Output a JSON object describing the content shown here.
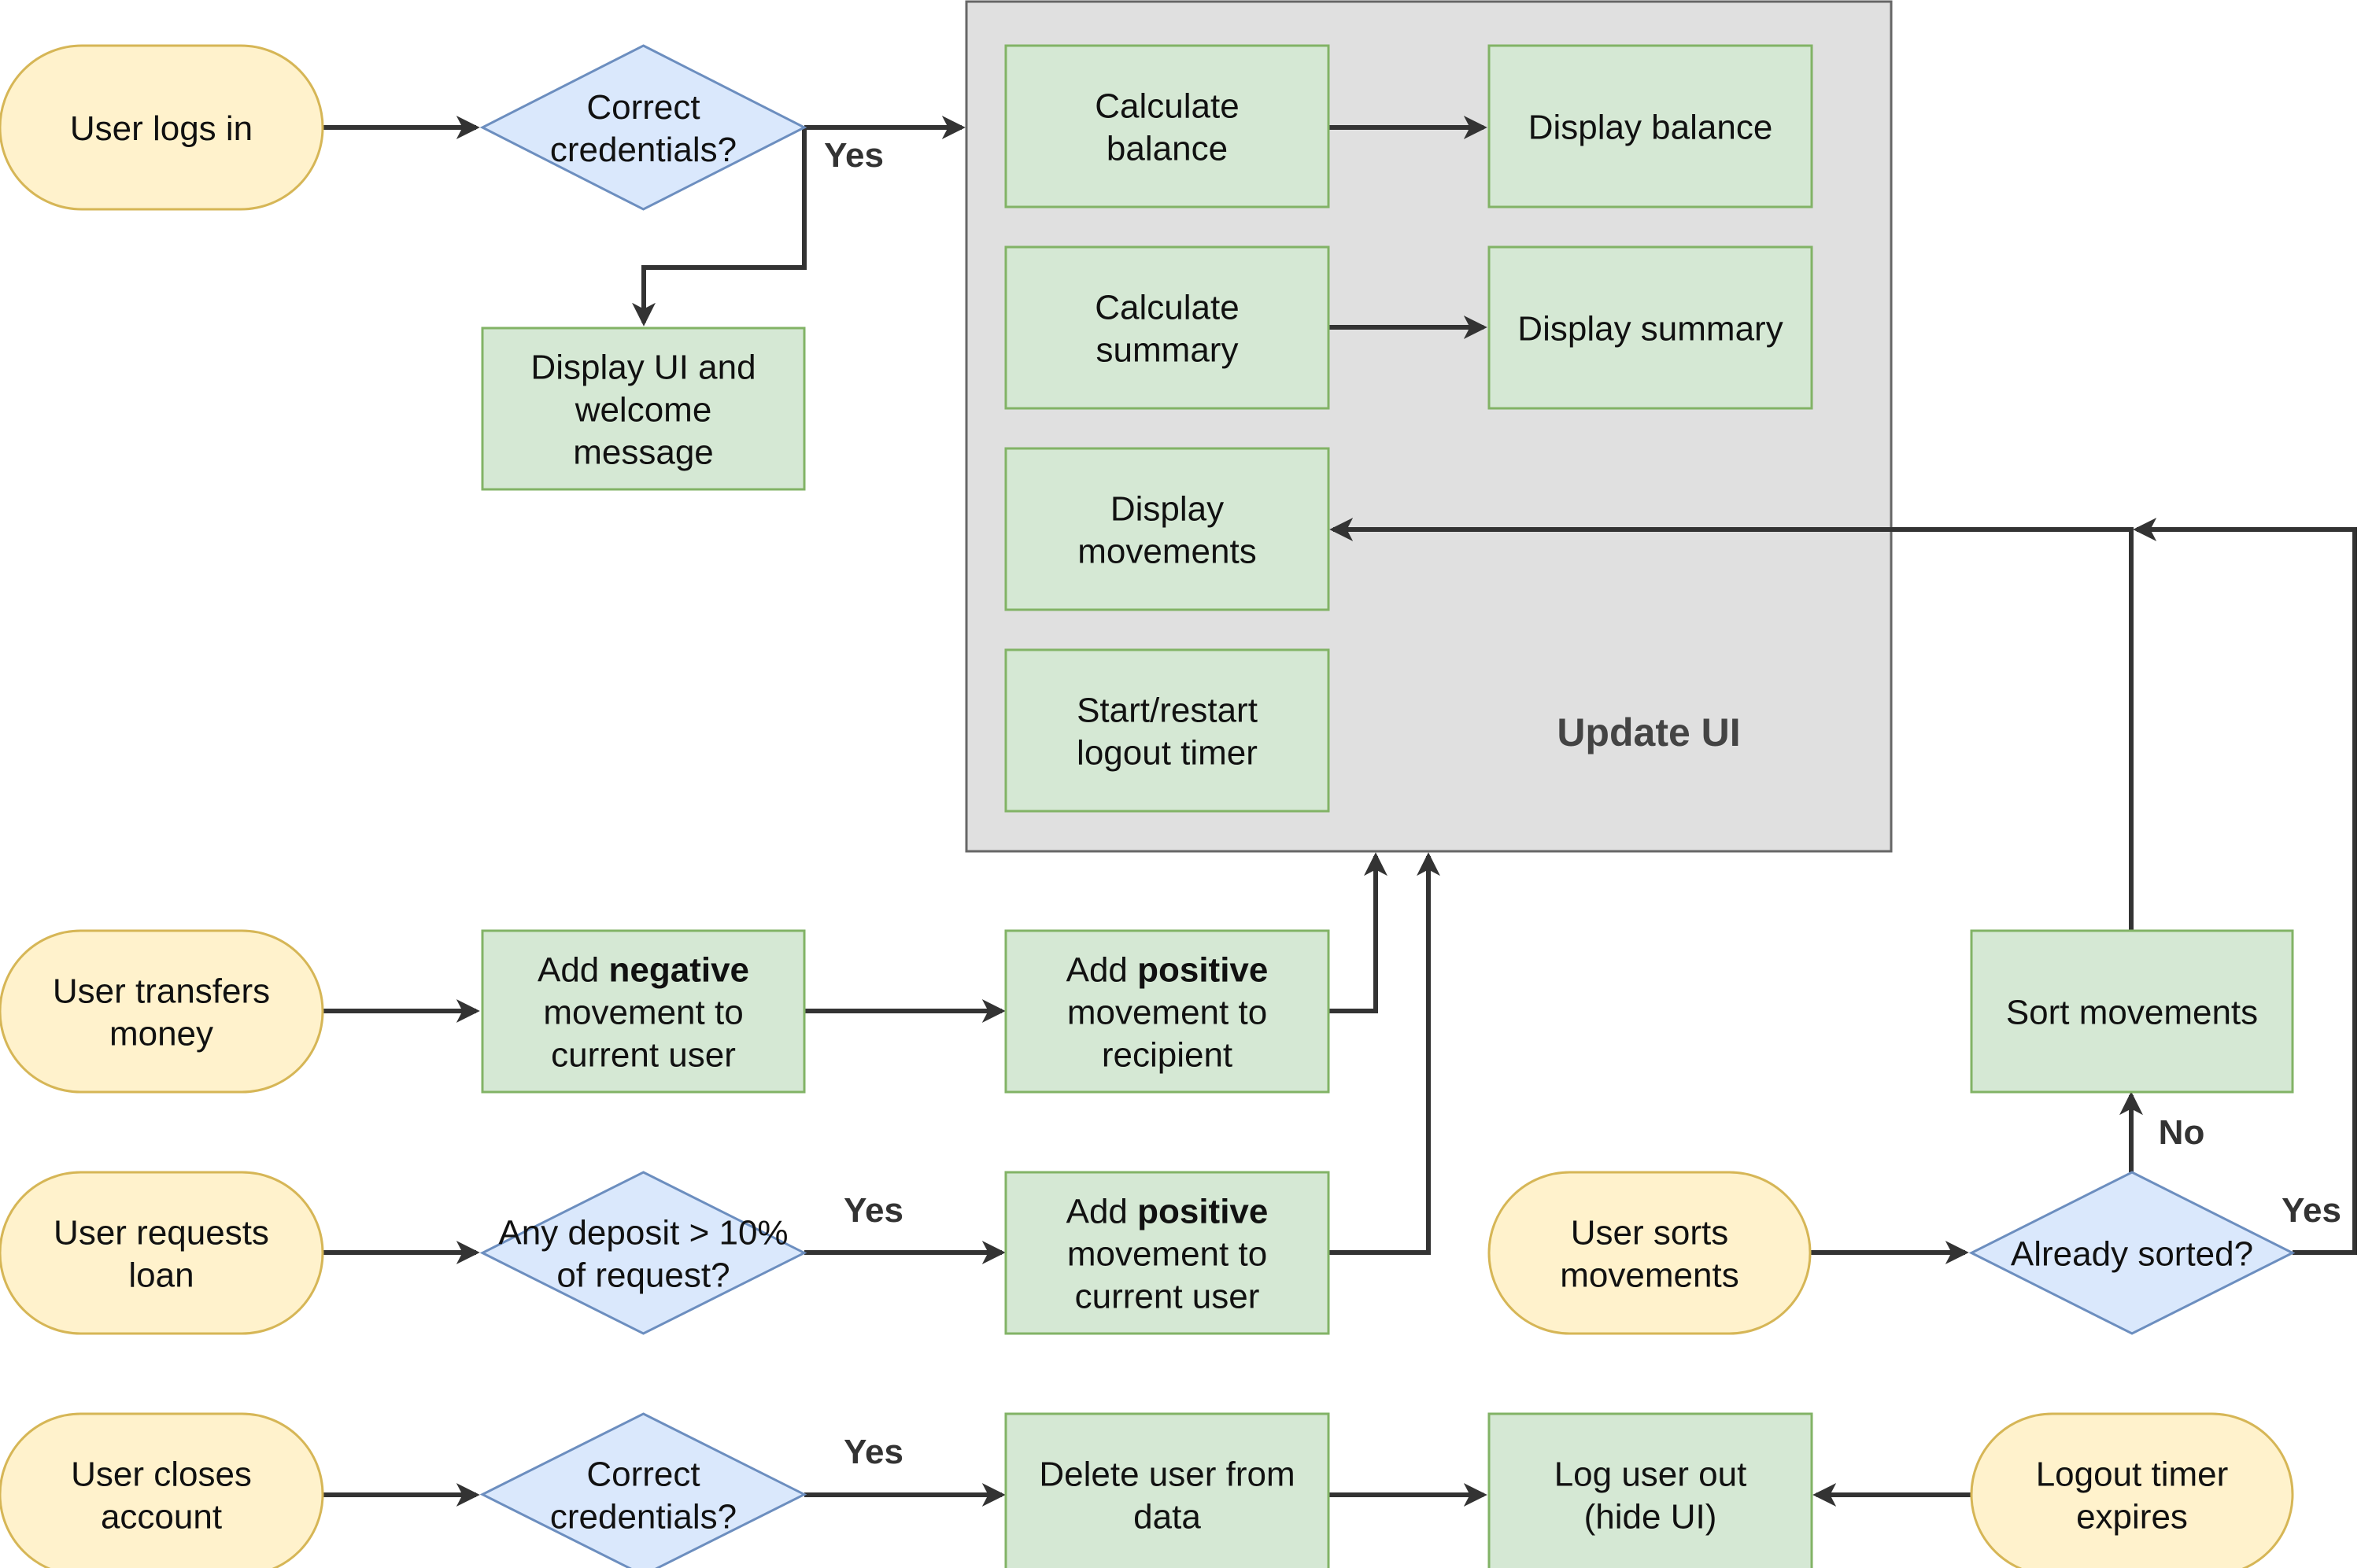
{
  "colors": {
    "terminal_fill": "#fff2cc",
    "terminal_stroke": "#d6b656",
    "decision_fill": "#dae8fc",
    "decision_stroke": "#6c8ebf",
    "process_fill": "#d5e8d4",
    "process_stroke": "#82b366",
    "group_fill": "#e0e0e0",
    "group_stroke": "#666666",
    "edge": "#333333"
  },
  "group": {
    "title": "Update UI"
  },
  "nodes": {
    "user_logs_in": {
      "lines": [
        [
          "User logs in"
        ]
      ]
    },
    "correct_credentials_login": {
      "lines": [
        [
          "Correct"
        ],
        [
          "credentials?"
        ]
      ]
    },
    "display_ui_welcome": {
      "lines": [
        [
          "Display UI and"
        ],
        [
          "welcome"
        ],
        [
          "message"
        ]
      ]
    },
    "calculate_balance": {
      "lines": [
        [
          "Calculate"
        ],
        [
          "balance"
        ]
      ]
    },
    "display_balance": {
      "lines": [
        [
          "Display balance"
        ]
      ]
    },
    "calculate_summary": {
      "lines": [
        [
          "Calculate"
        ],
        [
          "summary"
        ]
      ]
    },
    "display_summary": {
      "lines": [
        [
          "Display summary"
        ]
      ]
    },
    "display_movements": {
      "lines": [
        [
          "Display"
        ],
        [
          "movements"
        ]
      ]
    },
    "start_restart_timer": {
      "lines": [
        [
          "Start/restart"
        ],
        [
          "logout timer"
        ]
      ]
    },
    "user_transfers_money": {
      "lines": [
        [
          "User transfers"
        ],
        [
          "money"
        ]
      ]
    },
    "add_negative_movement": {
      "lines": [
        [
          "Add ",
          "negative"
        ],
        [
          "movement to"
        ],
        [
          "current user"
        ]
      ]
    },
    "add_positive_recipient": {
      "lines": [
        [
          "Add ",
          "positive"
        ],
        [
          "movement to"
        ],
        [
          "recipient"
        ]
      ]
    },
    "sort_movements": {
      "lines": [
        [
          "Sort movements"
        ]
      ]
    },
    "user_requests_loan": {
      "lines": [
        [
          "User requests"
        ],
        [
          "loan"
        ]
      ]
    },
    "any_deposit": {
      "lines": [
        [
          "Any deposit > 10%"
        ],
        [
          "of request?"
        ]
      ]
    },
    "add_positive_current": {
      "lines": [
        [
          "Add ",
          "positive"
        ],
        [
          "movement to"
        ],
        [
          "current user"
        ]
      ]
    },
    "user_sorts_movements": {
      "lines": [
        [
          "User sorts"
        ],
        [
          "movements"
        ]
      ]
    },
    "already_sorted": {
      "lines": [
        [
          "Already sorted?"
        ]
      ]
    },
    "user_closes_account": {
      "lines": [
        [
          "User closes"
        ],
        [
          "account"
        ]
      ]
    },
    "correct_credentials_close": {
      "lines": [
        [
          "Correct"
        ],
        [
          "credentials?"
        ]
      ]
    },
    "delete_user": {
      "lines": [
        [
          "Delete user from"
        ],
        [
          "data"
        ]
      ]
    },
    "log_user_out": {
      "lines": [
        [
          "Log user out"
        ],
        [
          "(hide UI)"
        ]
      ]
    },
    "logout_timer_expires": {
      "lines": [
        [
          "Logout timer"
        ],
        [
          "expires"
        ]
      ]
    }
  },
  "edge_labels": {
    "login_yes": "Yes",
    "loan_yes": "Yes",
    "close_yes": "Yes",
    "sorted_yes": "Yes",
    "sorted_no": "No"
  }
}
